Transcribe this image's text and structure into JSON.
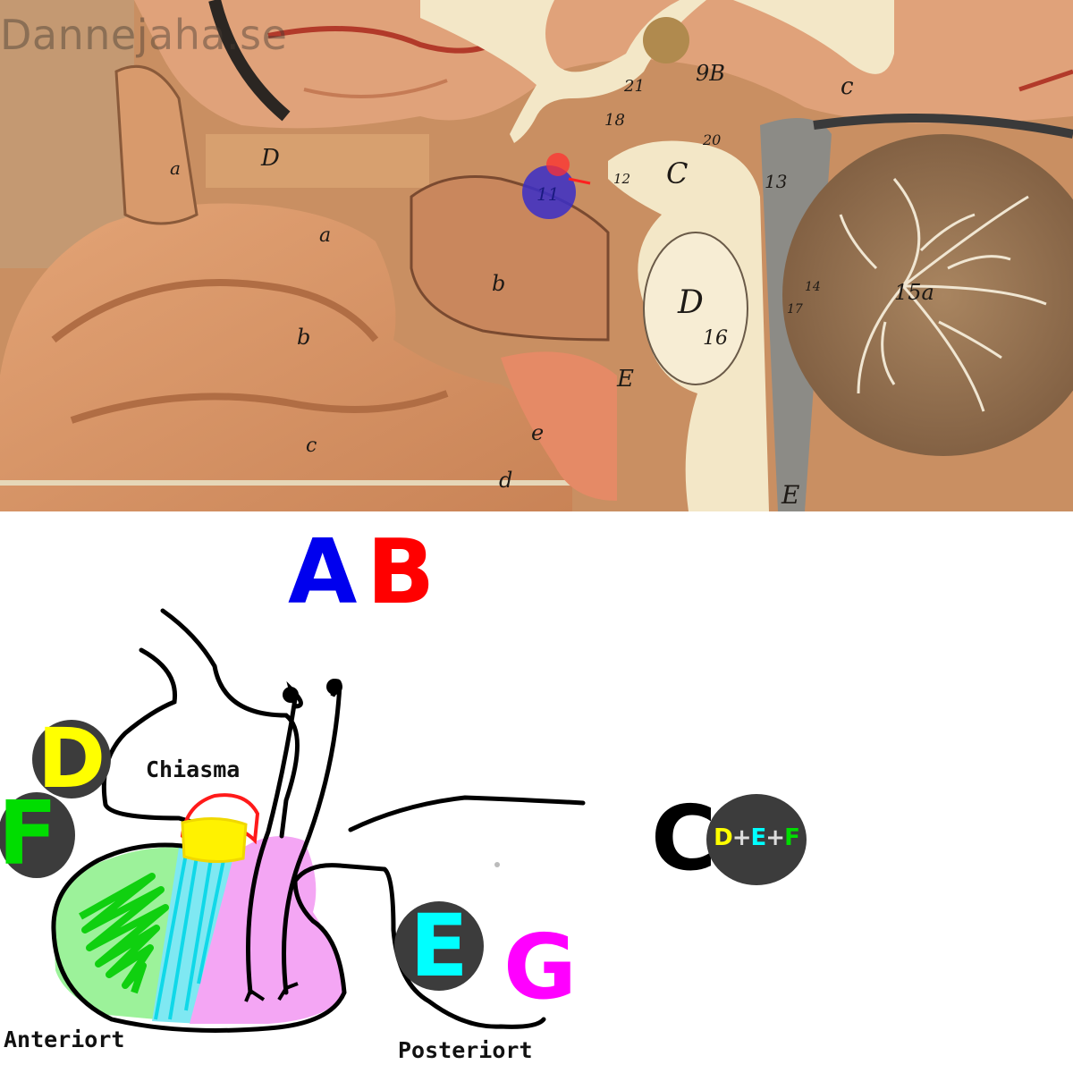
{
  "watermark": "Dannejaha.se",
  "photo_labels": {
    "a_upper": "a",
    "D_upper": "D",
    "a_mid": "a",
    "b_left": "b",
    "b_mid": "b",
    "c": "c",
    "e_left": "e",
    "d": "d",
    "E_lower": "E",
    "E_bottom": "E",
    "n11": "11",
    "n12": "12",
    "C": "C",
    "n13": "13",
    "D_large": "D",
    "n16": "16",
    "n18": "18",
    "n21": "21",
    "n9B": "9B",
    "n20": "20",
    "c_right": "c",
    "n15a": "15a",
    "n14": "14",
    "n17": "17"
  },
  "legend": {
    "A": "A",
    "B": "B",
    "C": "C"
  },
  "badges": {
    "D": "D",
    "F": "F",
    "E": "E",
    "combo": {
      "d": "D",
      "p1": "+",
      "e": "E",
      "p2": "+",
      "f": "F"
    }
  },
  "G_label": "G",
  "sketch_labels": {
    "chiasma": "Chiasma",
    "anteriort": "Anteriort",
    "posteriort": "Posteriort"
  },
  "colors": {
    "A": "#0000ee",
    "B": "#ff0000",
    "C": "#000000",
    "D": "#ffff00",
    "E": "#00ffff",
    "F": "#00dd00",
    "G": "#ff00ff",
    "badge_bg": "#3c3c3c",
    "anterior_fill": "#9cf29a",
    "posterior_fill": "#f4a6f4",
    "pars_intermedia": "#7fe8f2",
    "tuberalis": "#fff000"
  },
  "icons": {
    "pituitary_marker": "blue-circle",
    "infundibulum_marker": "red-circle"
  }
}
